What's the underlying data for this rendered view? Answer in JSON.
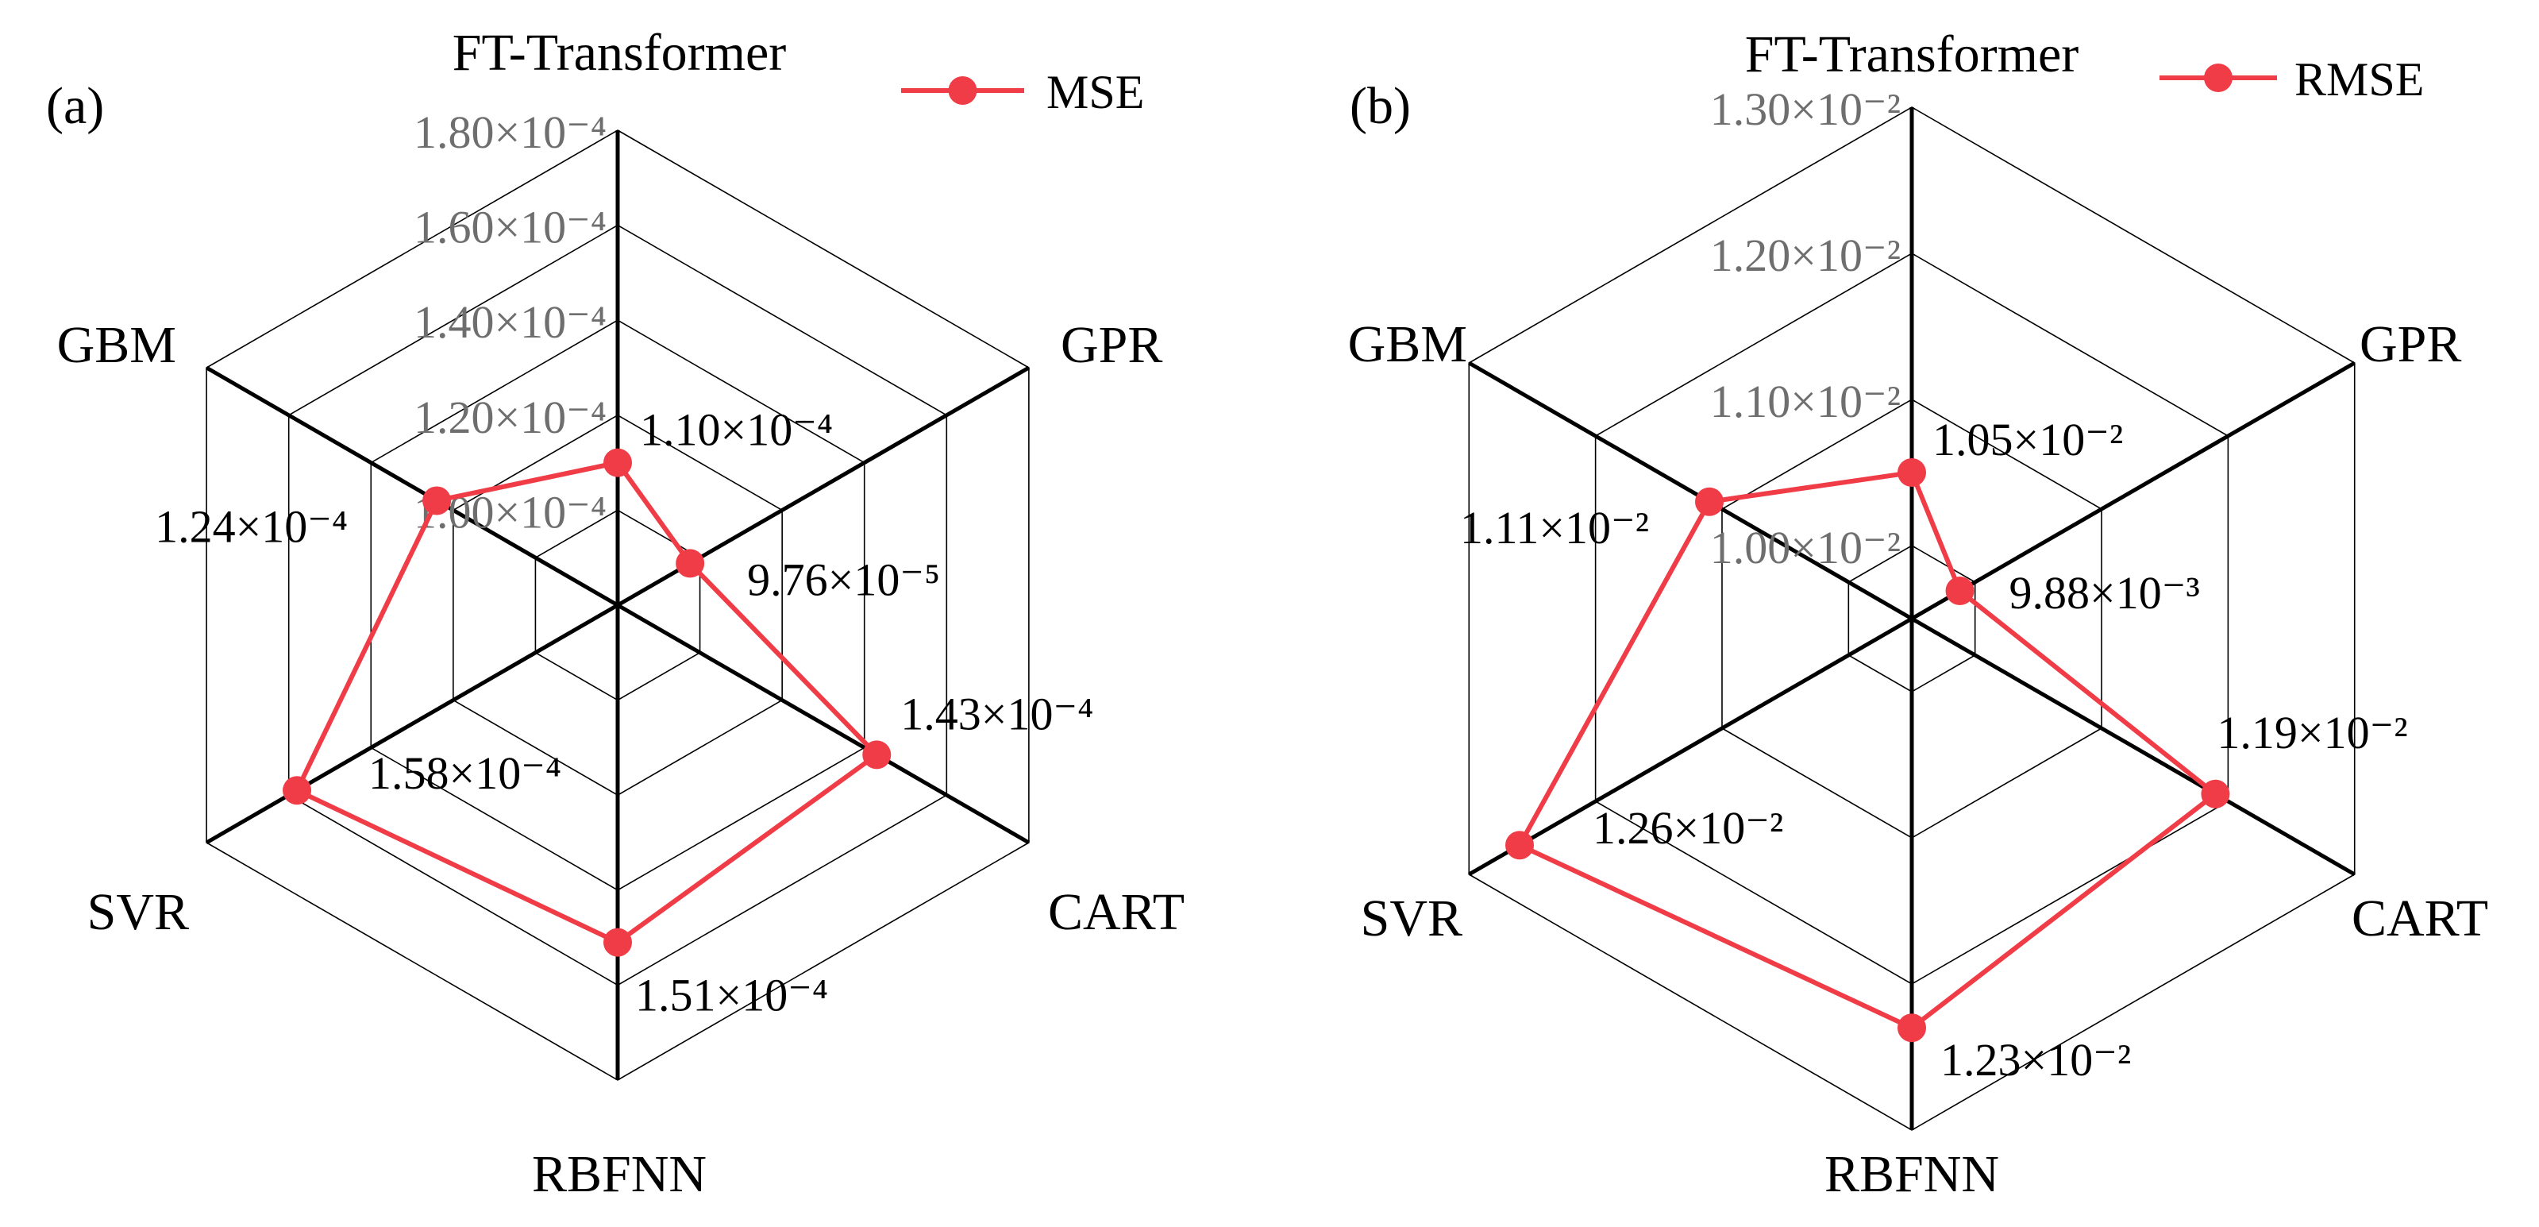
{
  "chart_data": [
    {
      "type": "radar",
      "panel_label": "(a)",
      "axes": [
        "FT-Transformer",
        "GPR",
        "CART",
        "RBFNN",
        "SVR",
        "GBM"
      ],
      "series": [
        {
          "name": "MSE",
          "values": [
            0.00011,
            9.76e-05,
            0.000143,
            0.000151,
            0.000158,
            0.000124
          ],
          "labels": [
            "1.10×10⁻⁴",
            "9.76×10⁻⁵",
            "1.43×10⁻⁴",
            "1.51×10⁻⁴",
            "1.58×10⁻⁴",
            "1.24×10⁻⁴"
          ]
        }
      ],
      "range": [
        8e-05,
        0.00018
      ],
      "ticks": [
        0.0001,
        0.00012,
        0.00014,
        0.00016,
        0.00018
      ],
      "tick_labels": [
        "1.00×10⁻⁴",
        "1.20×10⁻⁴",
        "1.40×10⁻⁴",
        "1.60×10⁻⁴",
        "1.80×10⁻⁴"
      ],
      "legend_position": "top-right",
      "series_color": "#f03c46"
    },
    {
      "type": "radar",
      "panel_label": "(b)",
      "axes": [
        "FT-Transformer",
        "GPR",
        "CART",
        "RBFNN",
        "SVR",
        "GBM"
      ],
      "series": [
        {
          "name": "RMSE",
          "values": [
            0.0105,
            0.00988,
            0.0119,
            0.0123,
            0.0126,
            0.0111
          ],
          "labels": [
            "1.05×10⁻²",
            "9.88×10⁻³",
            "1.19×10⁻²",
            "1.23×10⁻²",
            "1.26×10⁻²",
            "1.11×10⁻²"
          ]
        }
      ],
      "range": [
        0.0095,
        0.013
      ],
      "ticks": [
        0.01,
        0.011,
        0.012,
        0.013
      ],
      "tick_labels": [
        "1.00×10⁻²",
        "1.10×10⁻²",
        "1.20×10⁻²",
        "1.30×10⁻²"
      ],
      "legend_position": "top-right",
      "series_color": "#f03c46"
    }
  ]
}
